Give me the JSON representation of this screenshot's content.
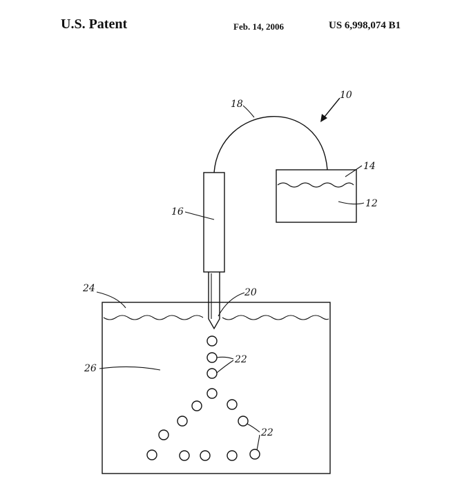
{
  "header": {
    "left": "U.S. Patent",
    "date": "Feb. 14, 2006",
    "number": "US 6,998,074 B1"
  },
  "figure": {
    "labels": {
      "system": "10",
      "reservoir_liquid": "12",
      "reservoir_surface": "14",
      "syringe": "16",
      "tube": "18",
      "needle_tip": "20",
      "droplets_upper": "22",
      "droplets_lower": "22",
      "bath_surface": "24",
      "bath_liquid": "26"
    }
  }
}
